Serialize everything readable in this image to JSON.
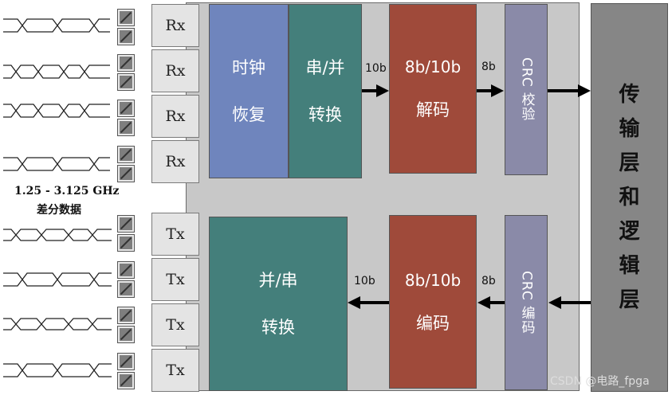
{
  "receivers": [
    "Rx",
    "Rx",
    "Rx",
    "Rx"
  ],
  "transmitters": [
    "Tx",
    "Tx",
    "Tx",
    "Tx"
  ],
  "clock_recovery": [
    "时钟",
    "恢复"
  ],
  "serial_to_parallel": [
    "串/并",
    "转换"
  ],
  "decoder": [
    "8b/10b",
    "解码"
  ],
  "crc_check": "CRC 校验",
  "parallel_to_serial": [
    "并/串",
    "转换"
  ],
  "encoder": [
    "8b/10b",
    "编码"
  ],
  "crc_encode": "CRC 编码",
  "logic_layer": [
    "传",
    "输",
    "层",
    "和",
    "逻",
    "辑",
    "层"
  ],
  "bus_labels": {
    "rx_10b": "10b",
    "rx_8b": "8b",
    "tx_10b": "10b",
    "tx_8b": "8b"
  },
  "signal_label": [
    "1.25 - 3.125 GHz",
    "差分数据"
  ],
  "watermark": "CSDN @电路_fpga",
  "colors": {
    "chip_bg": "#c8c8c8",
    "clock_block": "#6f85bd",
    "serdes_block": "#447f7b",
    "codec_block": "#9f4a3a",
    "crc_block": "#8a8aa8",
    "logic_block": "#868686"
  }
}
